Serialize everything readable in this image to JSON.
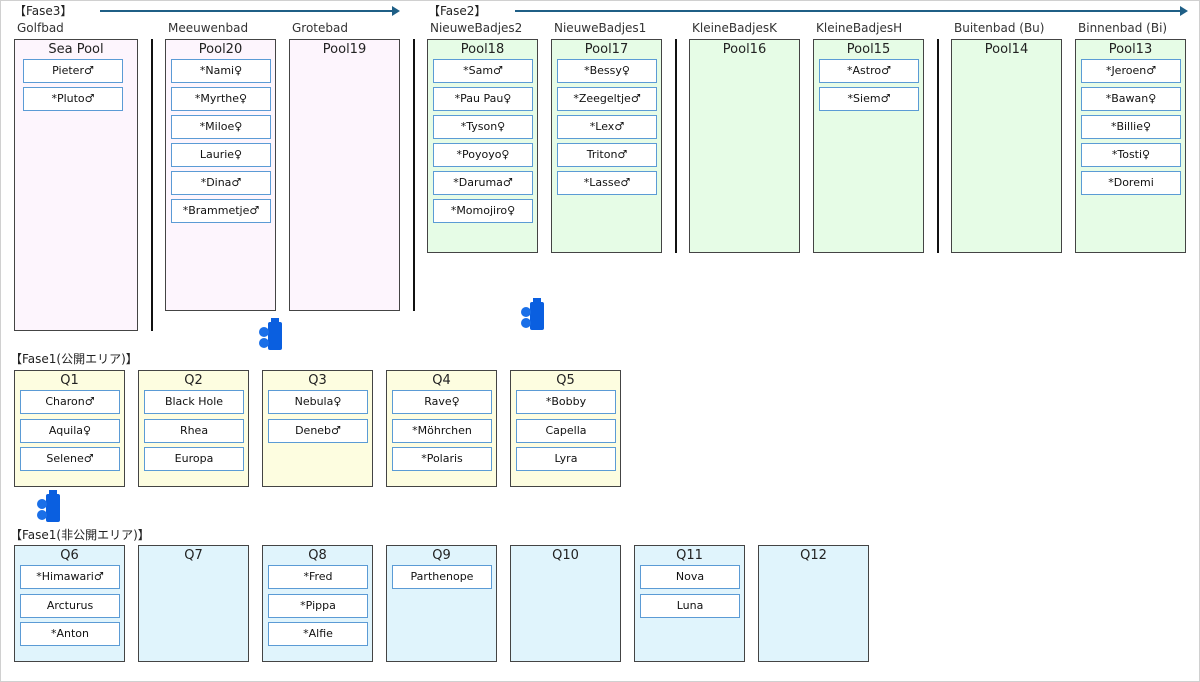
{
  "headers": {
    "fase3": "【Fase3】",
    "fase2": "【Fase2】",
    "fase1_public": "【Fase1(公開エリア)】",
    "fase1_private": "【Fase1(非公開エリア)】"
  },
  "colors": {
    "fase3": "#fdf5fd",
    "fase2": "#e6fce6",
    "fase1_public": "#fdfde0",
    "fase1_private": "#e0f4fc",
    "card_border": "#5b9bd5",
    "arrow": "#1f5f86",
    "icon": "#0a5fe0"
  },
  "top_pools": [
    {
      "area": "Golfbad",
      "name": "Sea Pool",
      "animals": [
        "Pieter♂",
        "*Pluto♂"
      ]
    },
    {
      "area": "Meeuwenbad",
      "name": "Pool20",
      "animals": [
        "*Nami♀",
        "*Myrthe♀",
        "*Miloe♀",
        "Laurie♀",
        "*Dina♂",
        "*Brammetje♂"
      ]
    },
    {
      "area": "Grotebad",
      "name": "Pool19",
      "animals": []
    },
    {
      "area": "NieuweBadjes2",
      "name": "Pool18",
      "animals": [
        "*Sam♂",
        "*Pau Pau♀",
        "*Tyson♀",
        "*Poyoyo♀",
        "*Daruma♂",
        "*Momojiro♀"
      ]
    },
    {
      "area": "NieuweBadjes1",
      "name": "Pool17",
      "animals": [
        "*Bessy♀",
        "*Zeegeltje♂",
        "*Lex♂",
        "Triton♂",
        "*Lasse♂"
      ]
    },
    {
      "area": "KleineBadjesK",
      "name": "Pool16",
      "animals": []
    },
    {
      "area": "KleineBadjesH",
      "name": "Pool15",
      "animals": [
        "*Astro♂",
        "*Siem♂"
      ]
    },
    {
      "area": "Buitenbad (Bu)",
      "name": "Pool14",
      "animals": []
    },
    {
      "area": "Binnenbad (Bi)",
      "name": "Pool13",
      "animals": [
        "*Jeroen♂",
        "*Bawan♀",
        "*Billie♀",
        "*Tosti♀",
        "*Doremi"
      ]
    }
  ],
  "public_pools": [
    {
      "name": "Q1",
      "animals": [
        "Charon♂",
        "Aquila♀",
        "Selene♂"
      ]
    },
    {
      "name": "Q2",
      "animals": [
        "Black Hole",
        "Rhea",
        "Europa"
      ]
    },
    {
      "name": "Q3",
      "animals": [
        "Nebula♀",
        "Deneb♂"
      ]
    },
    {
      "name": "Q4",
      "animals": [
        "Rave♀",
        "*Möhrchen",
        "*Polaris"
      ]
    },
    {
      "name": "Q5",
      "animals": [
        "*Bobby",
        "Capella",
        "Lyra"
      ]
    }
  ],
  "private_pools": [
    {
      "name": "Q6",
      "animals": [
        "*Himawari♂",
        "Arcturus",
        "*Anton"
      ]
    },
    {
      "name": "Q7",
      "animals": []
    },
    {
      "name": "Q8",
      "animals": [
        "*Fred",
        "*Pippa",
        "*Alfie"
      ]
    },
    {
      "name": "Q9",
      "animals": [
        "Parthenope"
      ]
    },
    {
      "name": "Q10",
      "animals": []
    },
    {
      "name": "Q11",
      "animals": [
        "Nova",
        "Luna"
      ]
    },
    {
      "name": "Q12",
      "animals": []
    }
  ]
}
